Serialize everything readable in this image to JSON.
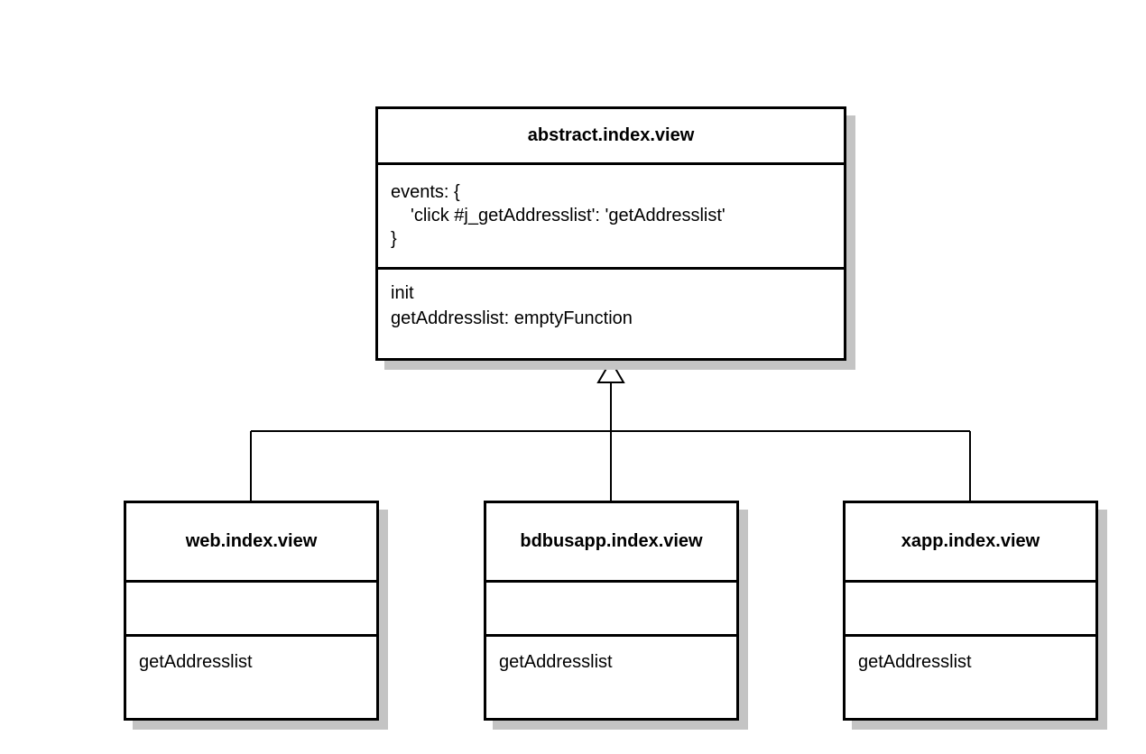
{
  "abstract_class": {
    "name": "abstract.index.view",
    "attributes": [
      "events: {",
      "'click #j_getAddresslist': 'getAddresslist'",
      "}"
    ],
    "methods": [
      "init",
      "getAddresslist: emptyFunction"
    ]
  },
  "subclasses": [
    {
      "name": "web.index.view",
      "methods": [
        "getAddresslist"
      ]
    },
    {
      "name": "bdbusapp.index.view",
      "methods": [
        "getAddresslist"
      ]
    },
    {
      "name": "xapp.index.view",
      "methods": [
        "getAddresslist"
      ]
    }
  ],
  "relationship": "generalization",
  "colors": {
    "border": "#000000",
    "shadow": "#c4c4c4",
    "background": "#ffffff"
  }
}
